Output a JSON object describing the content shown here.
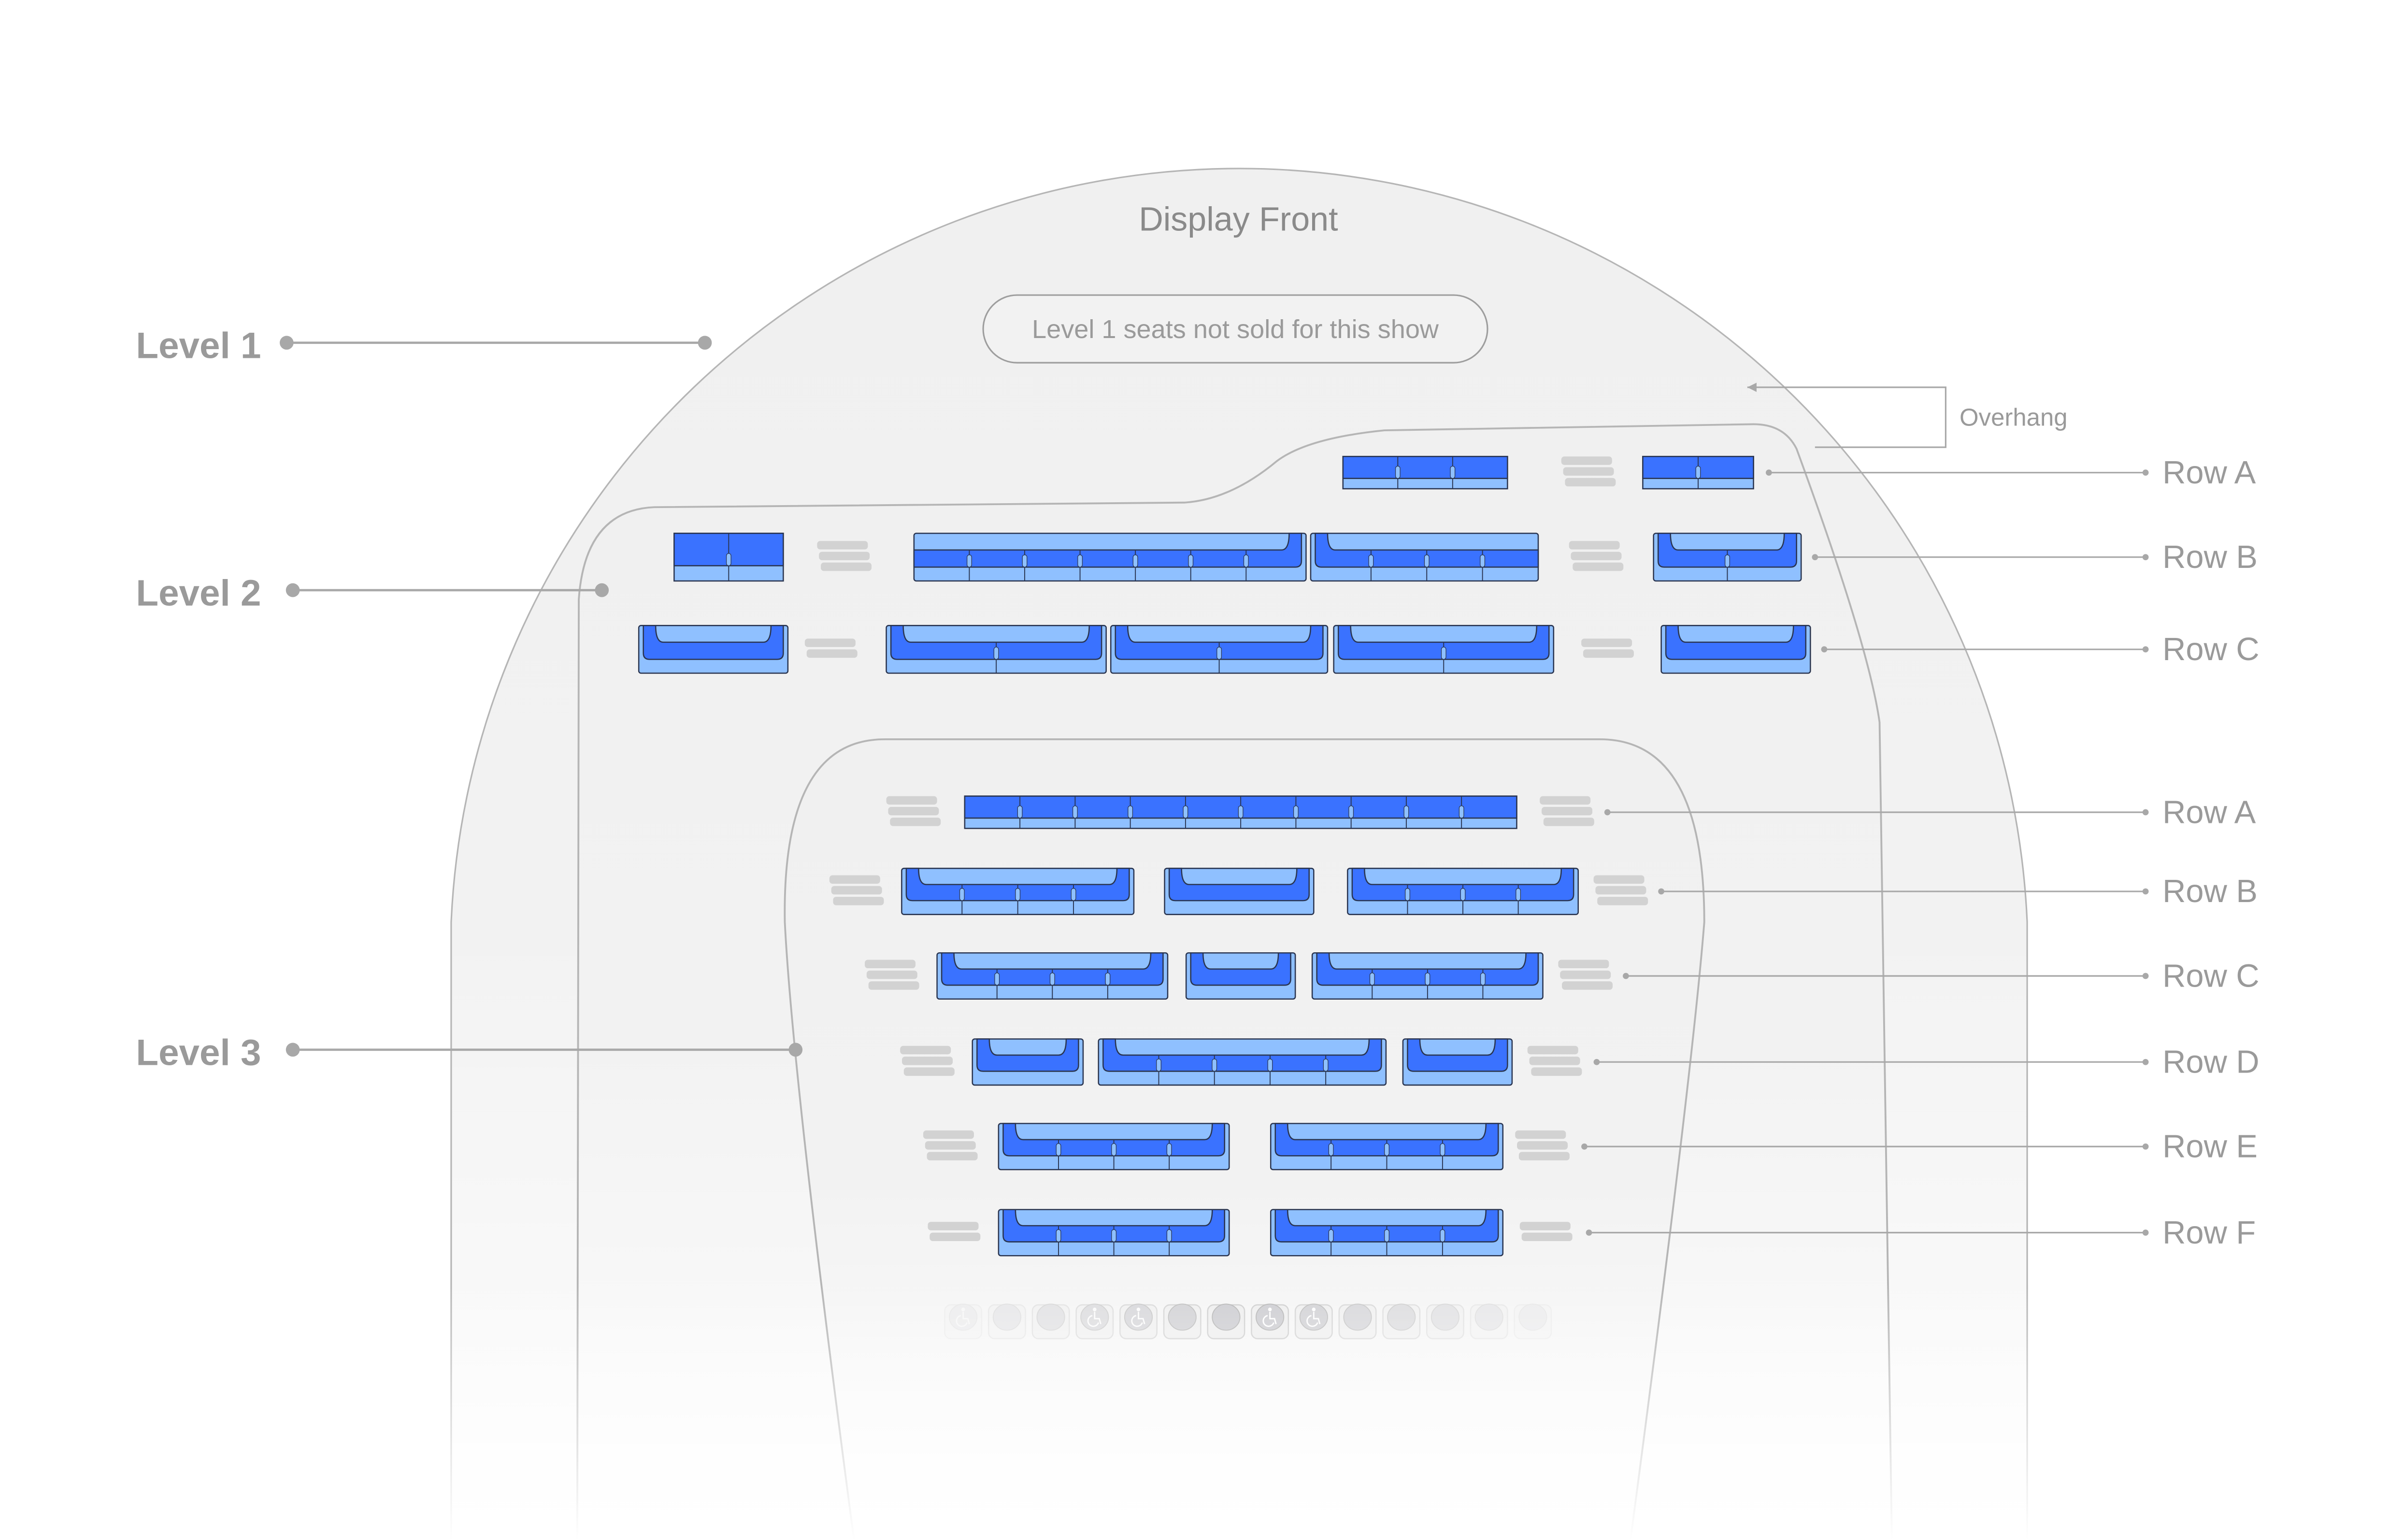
{
  "title": "Display Front",
  "notice": "Level 1 seats not sold for this show",
  "overhang_label": "Overhang",
  "levels": [
    {
      "label": "Level 1"
    },
    {
      "label": "Level 2"
    },
    {
      "label": "Level 3"
    }
  ],
  "level2_rows": [
    {
      "label": "Row A",
      "blocks_seat_counts": [
        3,
        2
      ]
    },
    {
      "label": "Row B",
      "blocks_seat_counts": [
        2,
        7,
        4,
        2
      ]
    },
    {
      "label": "Row C",
      "blocks_seat_counts": [
        1,
        2,
        2,
        2,
        1
      ]
    }
  ],
  "level3_rows": [
    {
      "label": "Row A",
      "blocks_seat_counts": [
        10
      ]
    },
    {
      "label": "Row B",
      "blocks_seat_counts": [
        4,
        1,
        4
      ]
    },
    {
      "label": "Row C",
      "blocks_seat_counts": [
        4,
        1,
        4
      ]
    },
    {
      "label": "Row D",
      "blocks_seat_counts": [
        1,
        5,
        1
      ]
    },
    {
      "label": "Row E",
      "blocks_seat_counts": [
        4,
        4
      ]
    },
    {
      "label": "Row F",
      "blocks_seat_counts": [
        4,
        4
      ]
    }
  ],
  "accessible_row": {
    "seat_count": 14,
    "wheelchair_seats": [
      0,
      3,
      4,
      7,
      8
    ]
  },
  "colors": {
    "seat_available": "#3a72ff",
    "seat_base": "#8fc0ff",
    "seat_outline": "#2a3550",
    "stairs": "#d2d2d2",
    "line": "#a8a8a8"
  }
}
